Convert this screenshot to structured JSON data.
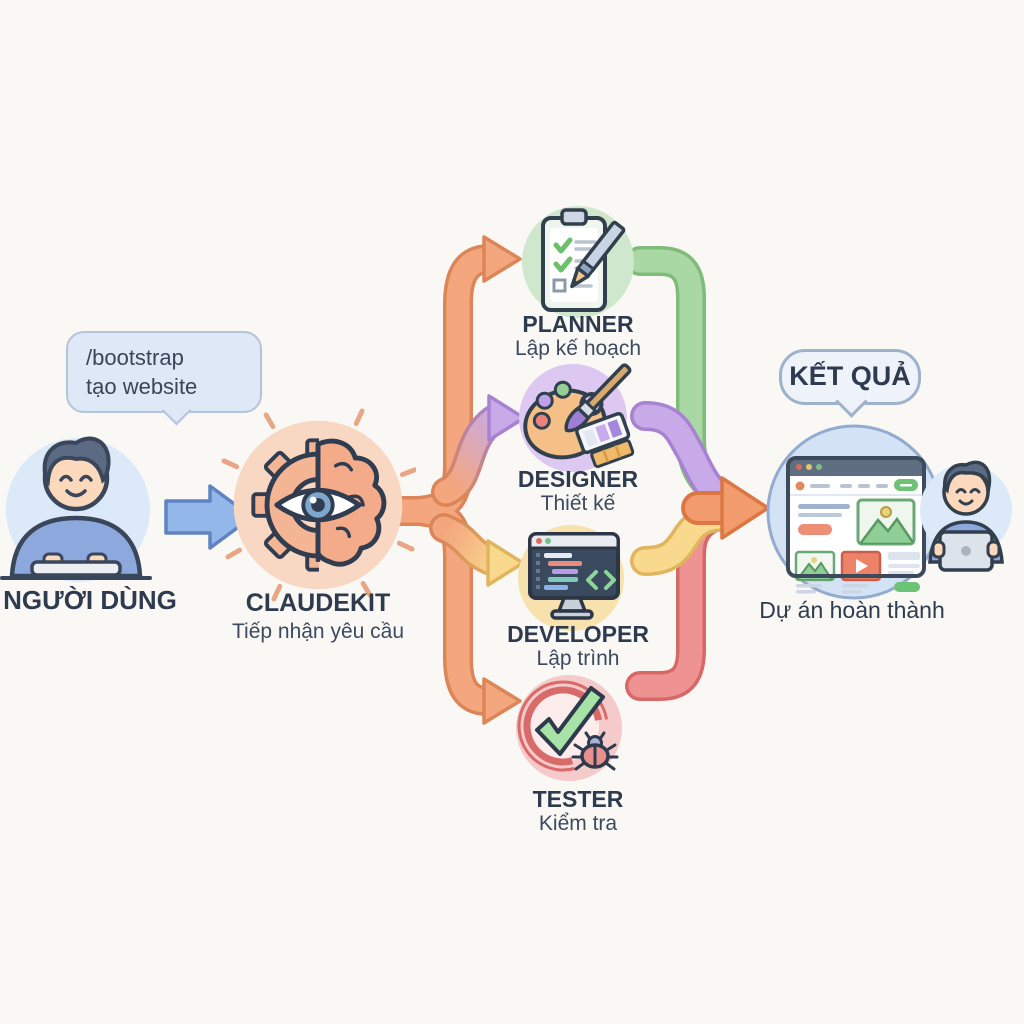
{
  "canvas": {
    "background": "#faf8f4"
  },
  "palette": {
    "text": "#2e3a4e",
    "arrow_blue": "#93b7e8",
    "arrow_blue_border": "#5f83c2",
    "arrow_orange": "#f4a77e",
    "arrow_orange_border": "#db8558",
    "arrow_purple": "#c9aae8",
    "arrow_purple_border": "#a782d3",
    "arrow_yellow": "#f8d98d",
    "arrow_yellow_border": "#e0b55e",
    "arrow_green": "#a9d8a4",
    "arrow_green_border": "#7fbc79",
    "arrow_red": "#ef9292",
    "arrow_red_border": "#d66868",
    "arrow_result": "#f29b6d",
    "arrow_result_border": "#dc7743"
  },
  "user": {
    "label": "NGƯỜI DÙNG",
    "speech_line1": "/bootstrap",
    "speech_line2": "tạo website",
    "icon": "person-at-keyboard-icon"
  },
  "claudekit": {
    "title": "CLAUDEKIT",
    "subtitle": "Tiếp nhận yêu cầu",
    "icon": "gear-brain-eye-icon"
  },
  "agents": [
    {
      "title": "PLANNER",
      "subtitle": "Lập kế hoạch",
      "icon": "clipboard-checklist-pencil-icon",
      "circle_color": "#cfe8cd"
    },
    {
      "title": "DESIGNER",
      "subtitle": "Thiết kế",
      "icon": "palette-brush-icon",
      "circle_color": "#dcc8f0"
    },
    {
      "title": "DEVELOPER",
      "subtitle": "Lập trình",
      "icon": "code-monitor-icon",
      "circle_color": "#f7e2ae"
    },
    {
      "title": "TESTER",
      "subtitle": "Kiểm tra",
      "icon": "checkmark-bug-icon",
      "circle_color": "#f5caca"
    }
  ],
  "result": {
    "bubble": "KẾT QUẢ",
    "caption": "Dự án hoàn thành",
    "icon": "browser-website-icon",
    "reader_icon": "person-with-tablet-icon"
  }
}
